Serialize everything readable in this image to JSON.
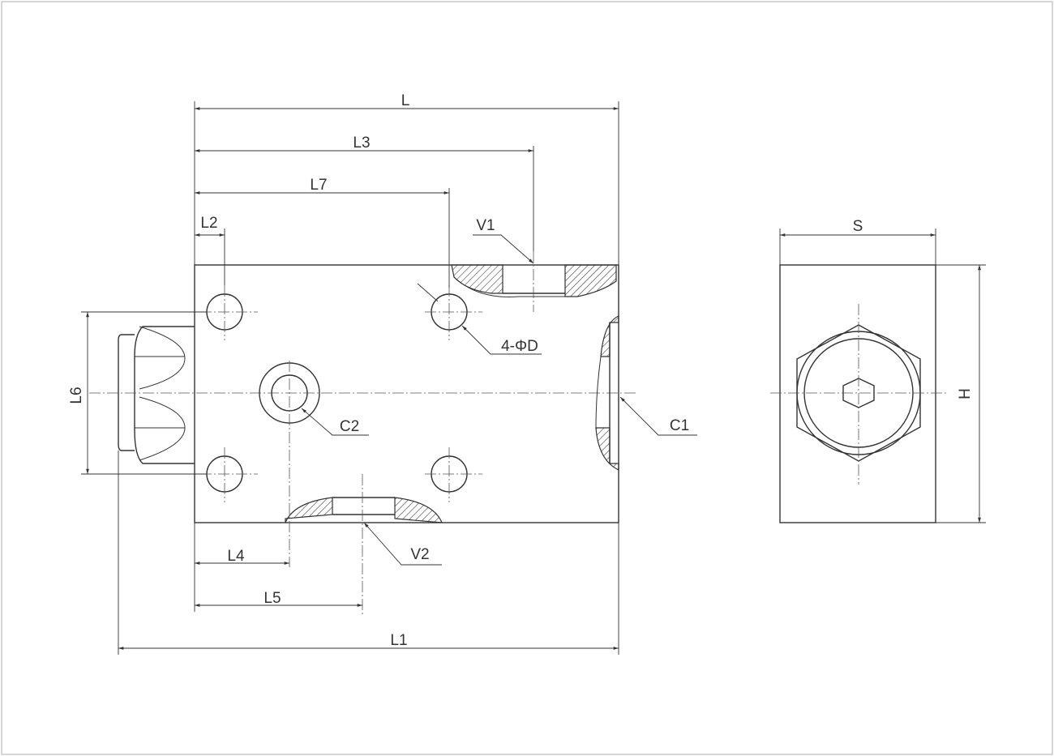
{
  "labels": {
    "L": "L",
    "L1": "L1",
    "L2": "L2",
    "L3": "L3",
    "L4": "L4",
    "L5": "L5",
    "L6": "L6",
    "L7": "L7",
    "S": "S",
    "H": "H",
    "V1": "V1",
    "V2": "V2",
    "C1": "C1",
    "C2": "C2",
    "holes": "4-ΦD"
  },
  "colors": {
    "line": "#333333",
    "border": "#c8c8c8",
    "background": "#ffffff"
  }
}
